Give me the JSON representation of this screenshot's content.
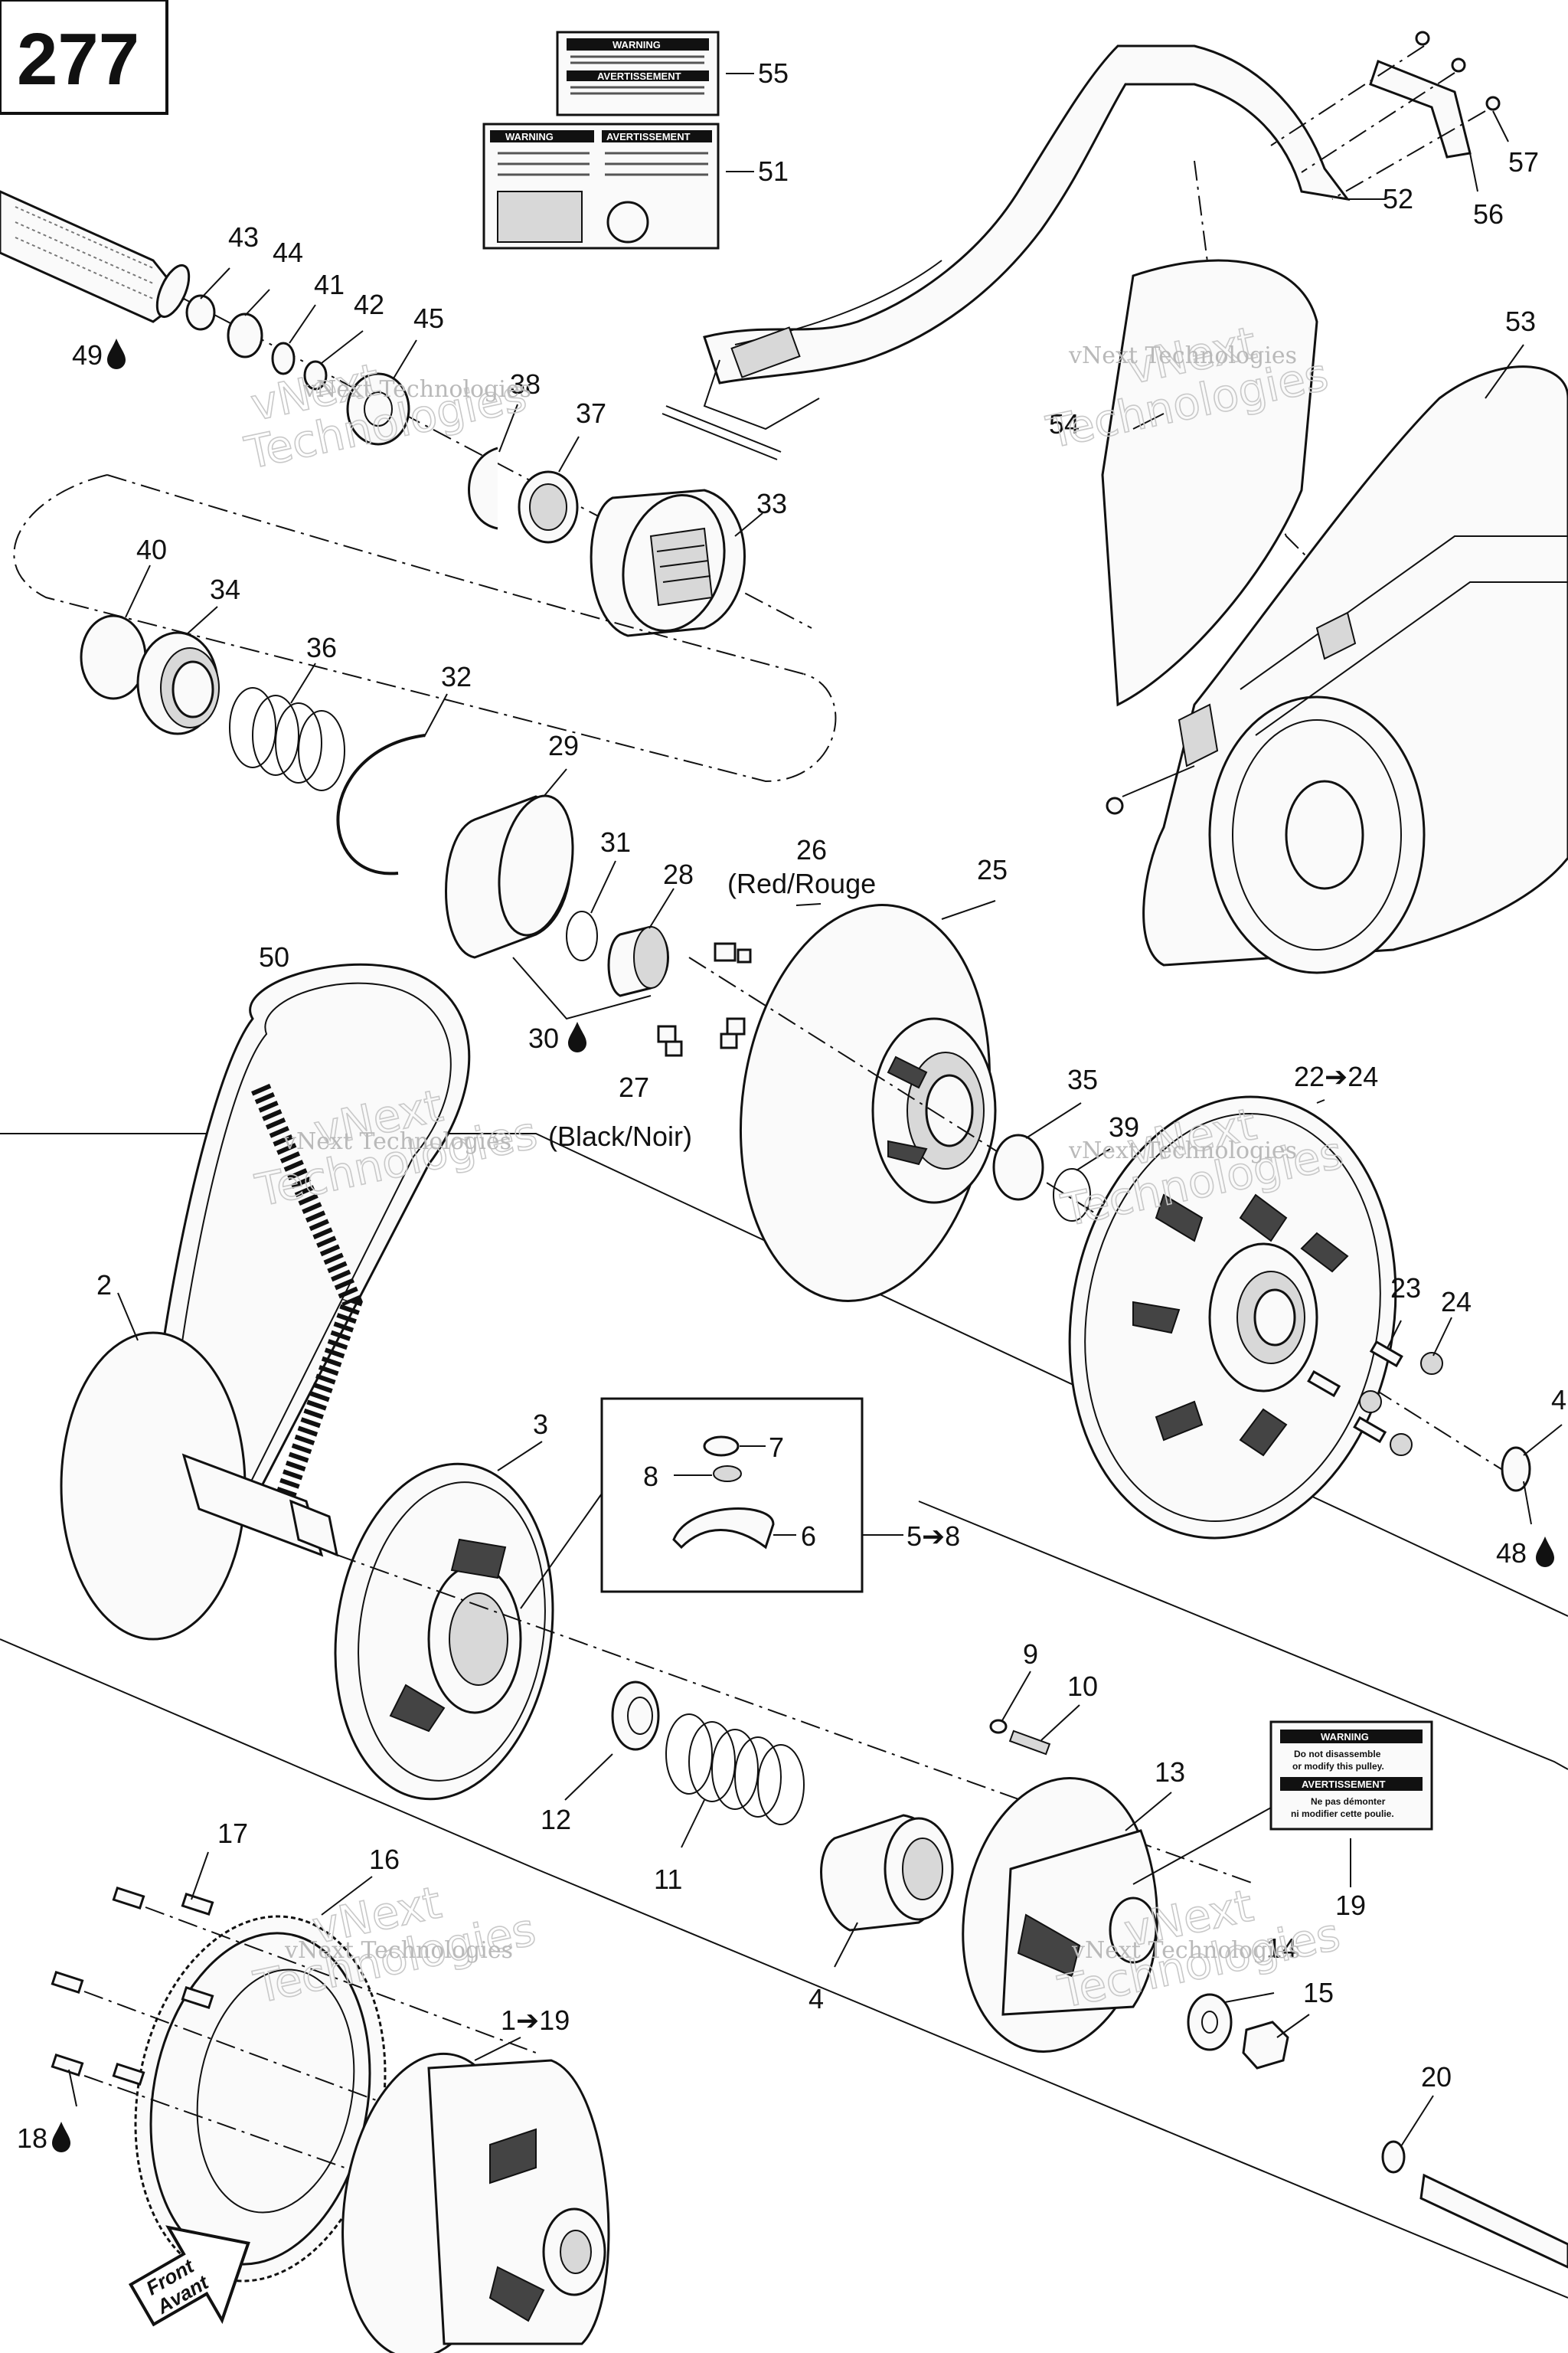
{
  "page_number": "277",
  "labels": {
    "l2": "2",
    "l3": "3",
    "l4": "4",
    "l4b": "4",
    "l5_8": "5➔8",
    "l6": "6",
    "l7": "7",
    "l8": "8",
    "l9": "9",
    "l10": "10",
    "l11": "11",
    "l12": "12",
    "l13": "13",
    "l14": "14",
    "l15": "15",
    "l16": "16",
    "l17": "17",
    "l18": "18",
    "l19": "19",
    "l1_19": "1➔19",
    "l20": "20",
    "l22_24": "22➔24",
    "l23": "23",
    "l24": "24",
    "l25": "25",
    "l26": "26",
    "l26c": "(Red/Rouge",
    "l27": "27",
    "l27c": "(Black/Noir)",
    "l28": "28",
    "l29": "29",
    "l30": "30",
    "l31": "31",
    "l32": "32",
    "l33": "33",
    "l34": "34",
    "l35": "35",
    "l36": "36",
    "l37": "37",
    "l38": "38",
    "l39": "39",
    "l40": "40",
    "l41": "41",
    "l42": "42",
    "l43": "43",
    "l44": "44",
    "l45": "45",
    "l48": "48",
    "l49": "49",
    "l50": "50",
    "l51": "51",
    "l52": "52",
    "l53": "53",
    "l54": "54",
    "l55": "55",
    "l56": "56",
    "l57": "57"
  },
  "lubricant_symbol": "drop-icon",
  "front_arrow": {
    "line1": "Front",
    "line2": "Avant"
  },
  "decal_19": {
    "warning": "WARNING",
    "warning_text_1": "Do not disassemble",
    "warning_text_2": "or modify this pulley.",
    "avertissement": "AVERTISSEMENT",
    "avert_text_1": "Ne pas démonter",
    "avert_text_2": "ni modifier cette poulie."
  },
  "decal_55": {
    "warning": "WARNING",
    "avertissement": "AVERTISSEMENT"
  },
  "decal_51": {
    "warning": "WARNING",
    "avertissement": "AVERTISSEMENT"
  },
  "watermark": {
    "line_small": "vNext Technologies",
    "line_big_1": "vNext",
    "line_big_2": "Technologies"
  }
}
